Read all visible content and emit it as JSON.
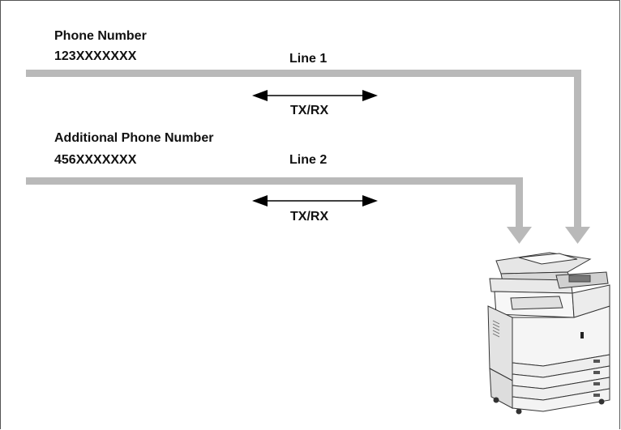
{
  "line1": {
    "heading": "Phone Number",
    "number": "123XXXXXXX",
    "line_label": "Line 1",
    "direction_label": "TX/RX"
  },
  "line2": {
    "heading": "Additional Phone Number",
    "number": "456XXXXXXX",
    "line_label": "Line 2",
    "direction_label": "TX/RX"
  },
  "device": {
    "icon": "multifunction-printer-icon"
  },
  "colors": {
    "line": "#b9b9b9",
    "arrow": "#000000",
    "text": "#111111",
    "frame": "#555555"
  }
}
